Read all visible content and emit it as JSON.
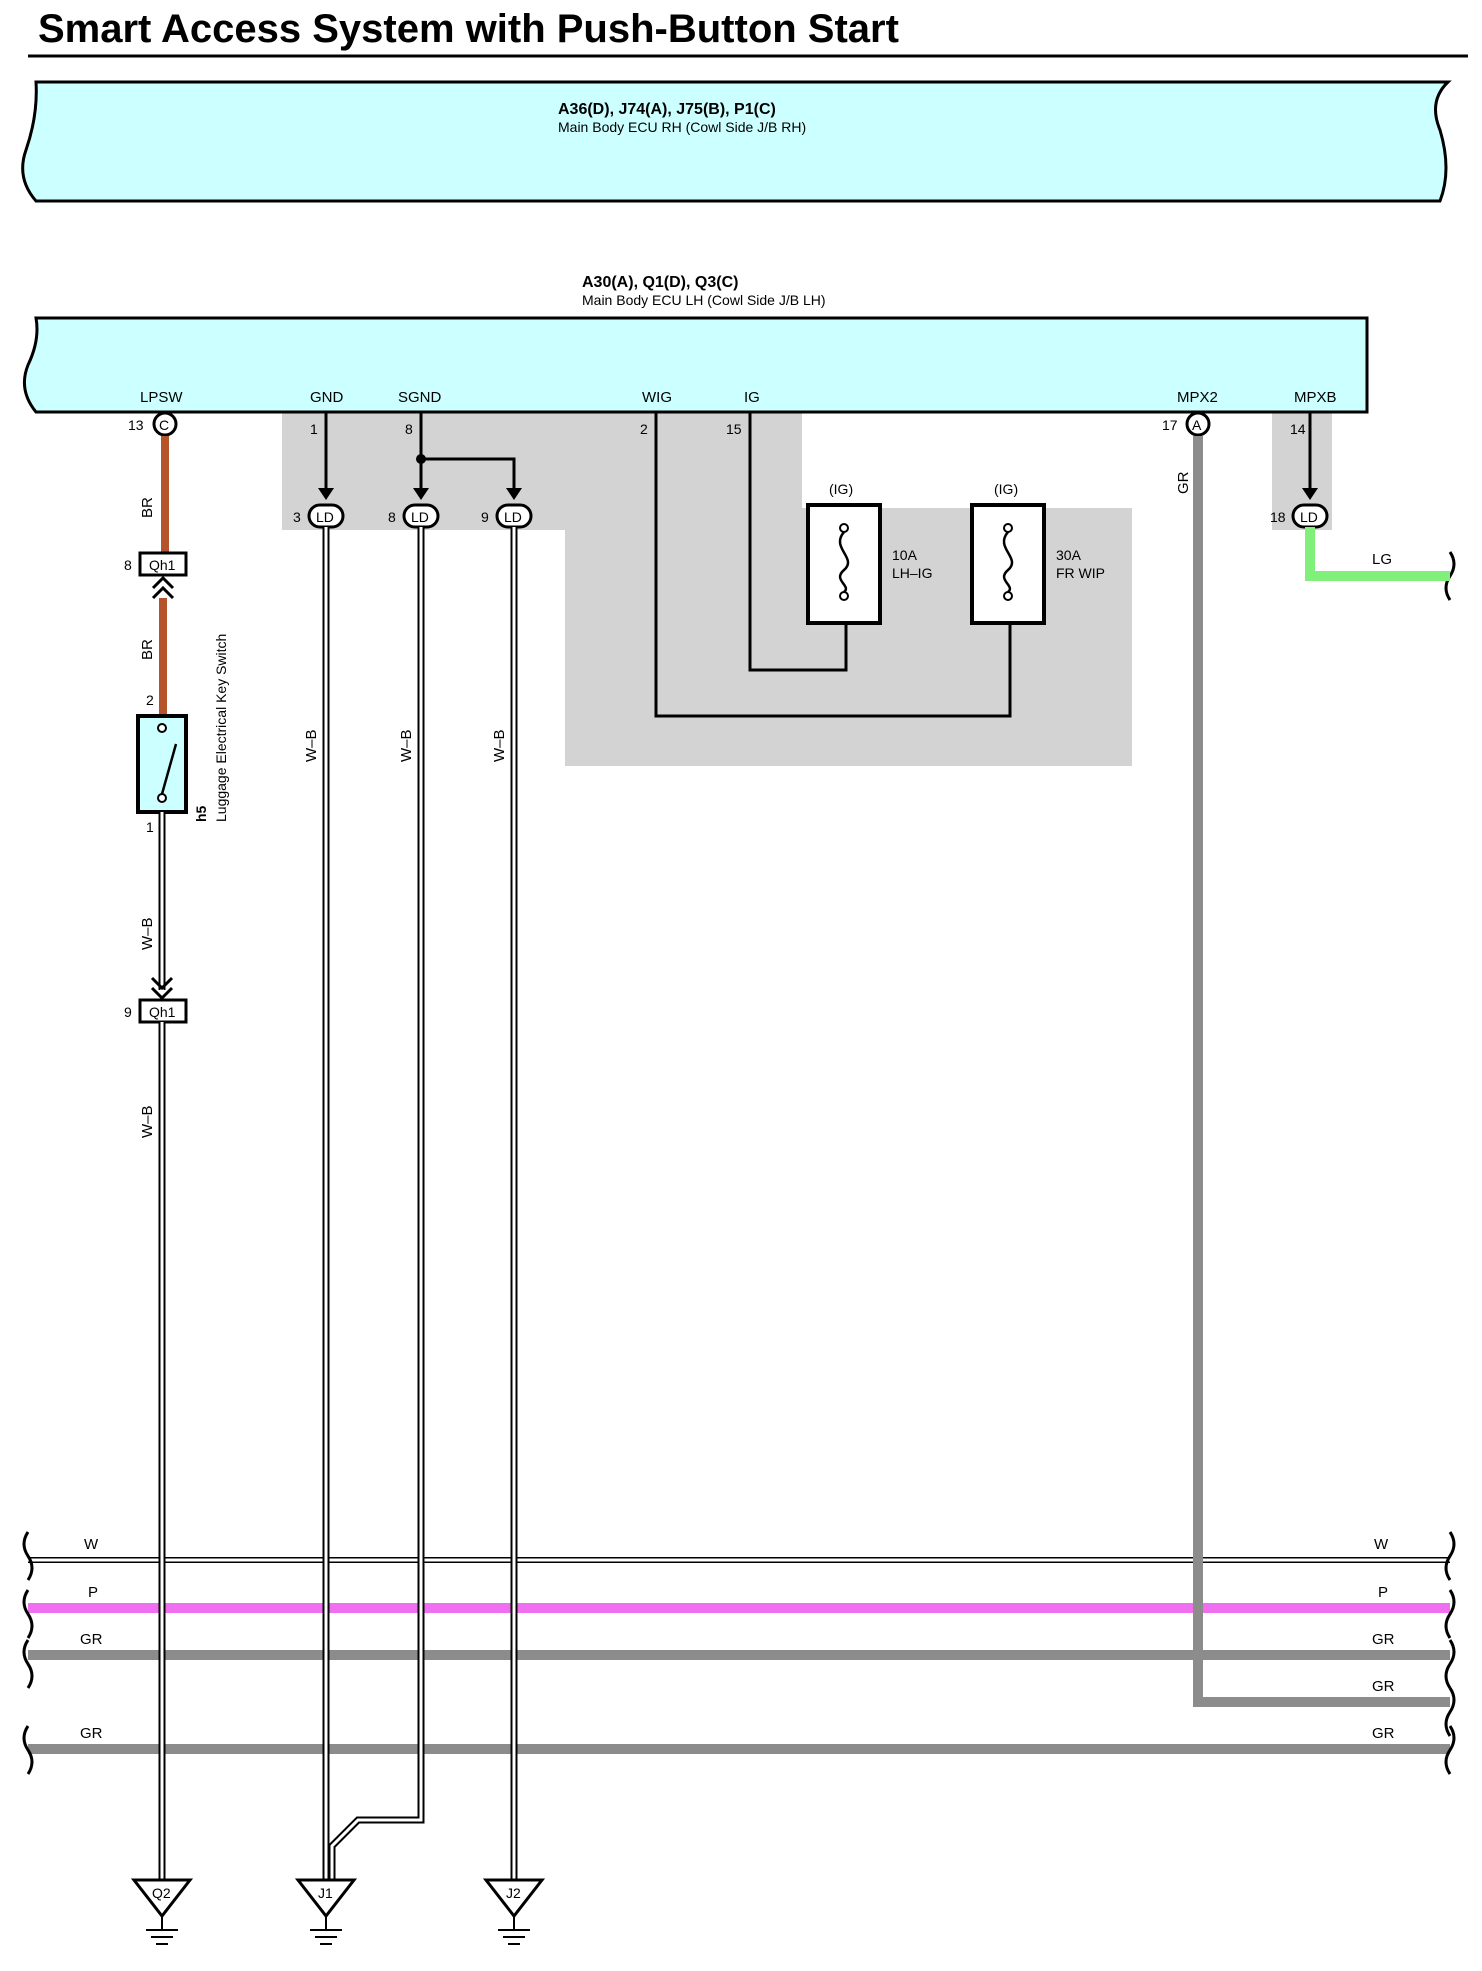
{
  "title": "Smart Access System with Push-Button Start",
  "ecu_rh": {
    "connectors": "A36(D), J74(A), J75(B), P1(C)",
    "name": "Main Body ECU RH (Cowl Side J/B RH)"
  },
  "ecu_lh": {
    "connectors": "A30(A), Q1(D), Q3(C)",
    "name": "Main Body ECU LH (Cowl Side J/B LH)",
    "terminals": {
      "lpsw": "LPSW",
      "gnd": "GND",
      "sgnd": "SGND",
      "wig": "WIG",
      "ig": "IG",
      "mpx2": "MPX2",
      "mpxb": "MPXB"
    },
    "pins": {
      "lpsw": "13",
      "gnd": "1",
      "sgnd": "8",
      "wig": "2",
      "ig": "15",
      "mpx2": "17",
      "mpxb": "14"
    },
    "connector_letters": {
      "lpsw": "C",
      "mpx2": "A"
    }
  },
  "ld_connectors": {
    "label": "LD",
    "pins": [
      "3",
      "8",
      "9",
      "18"
    ]
  },
  "fuses": [
    {
      "supply": "(IG)",
      "rating": "10A",
      "name": "LH–IG"
    },
    {
      "supply": "(IG)",
      "rating": "30A",
      "name": "FR WIP"
    }
  ],
  "junction_qh1": {
    "label": "Qh1",
    "pins": [
      "8",
      "9"
    ]
  },
  "switch": {
    "id": "h5",
    "name": "Luggage Electrical Key Switch",
    "pin_top": "2",
    "pin_bottom": "1"
  },
  "wire_colors": {
    "br": "BR",
    "wb": "W–B",
    "gr": "GR",
    "lg": "LG",
    "w": "W",
    "p": "P"
  },
  "grounds": [
    "Q2",
    "J1",
    "J2"
  ],
  "colors": {
    "ecu_fill": "#ccffff",
    "shade": "#d3d3d3",
    "wire_br": "#b5542a",
    "wire_gr": "#8c8c8c",
    "wire_lg": "#80f07a",
    "wire_p": "#f06ef0"
  }
}
